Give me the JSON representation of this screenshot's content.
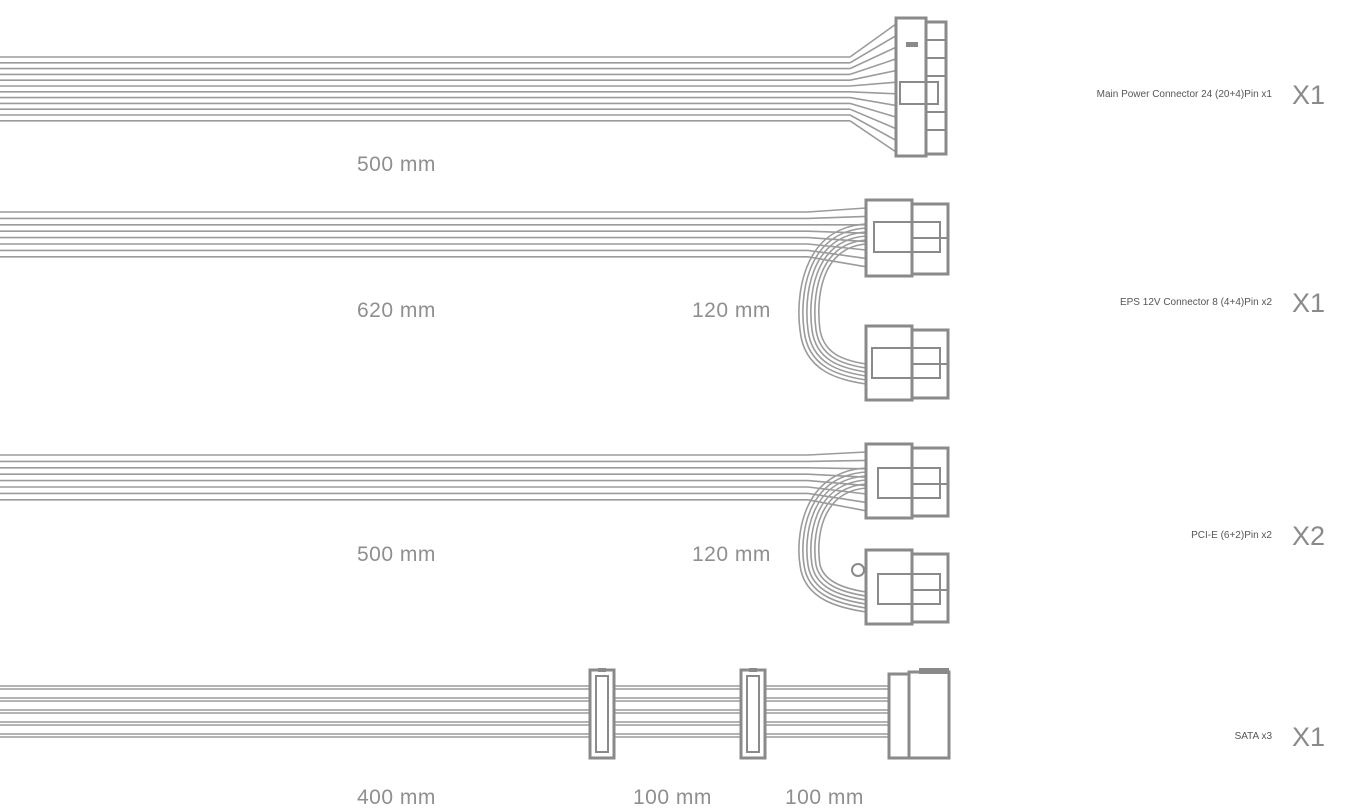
{
  "cables": [
    {
      "name": "atx",
      "lengths": [
        "500 mm"
      ],
      "description": "Main Power Connector 24 (20+4)Pin x1",
      "quantity": "X1"
    },
    {
      "name": "eps",
      "lengths": [
        "620 mm",
        "120 mm"
      ],
      "description": "EPS 12V Connector 8 (4+4)Pin x2",
      "quantity": "X1"
    },
    {
      "name": "pcie",
      "lengths": [
        "500 mm",
        "120 mm"
      ],
      "description": "PCI-E (6+2)Pin x2",
      "quantity": "X2"
    },
    {
      "name": "sata",
      "lengths": [
        "400 mm",
        "100 mm",
        "100 mm"
      ],
      "description": "SATA x3",
      "quantity": "X1"
    }
  ],
  "colors": {
    "wire": "#9b9b9b",
    "connector": "#8a8a8a",
    "label": "#8f8f8f",
    "description": "#555555",
    "background": "#ffffff"
  }
}
